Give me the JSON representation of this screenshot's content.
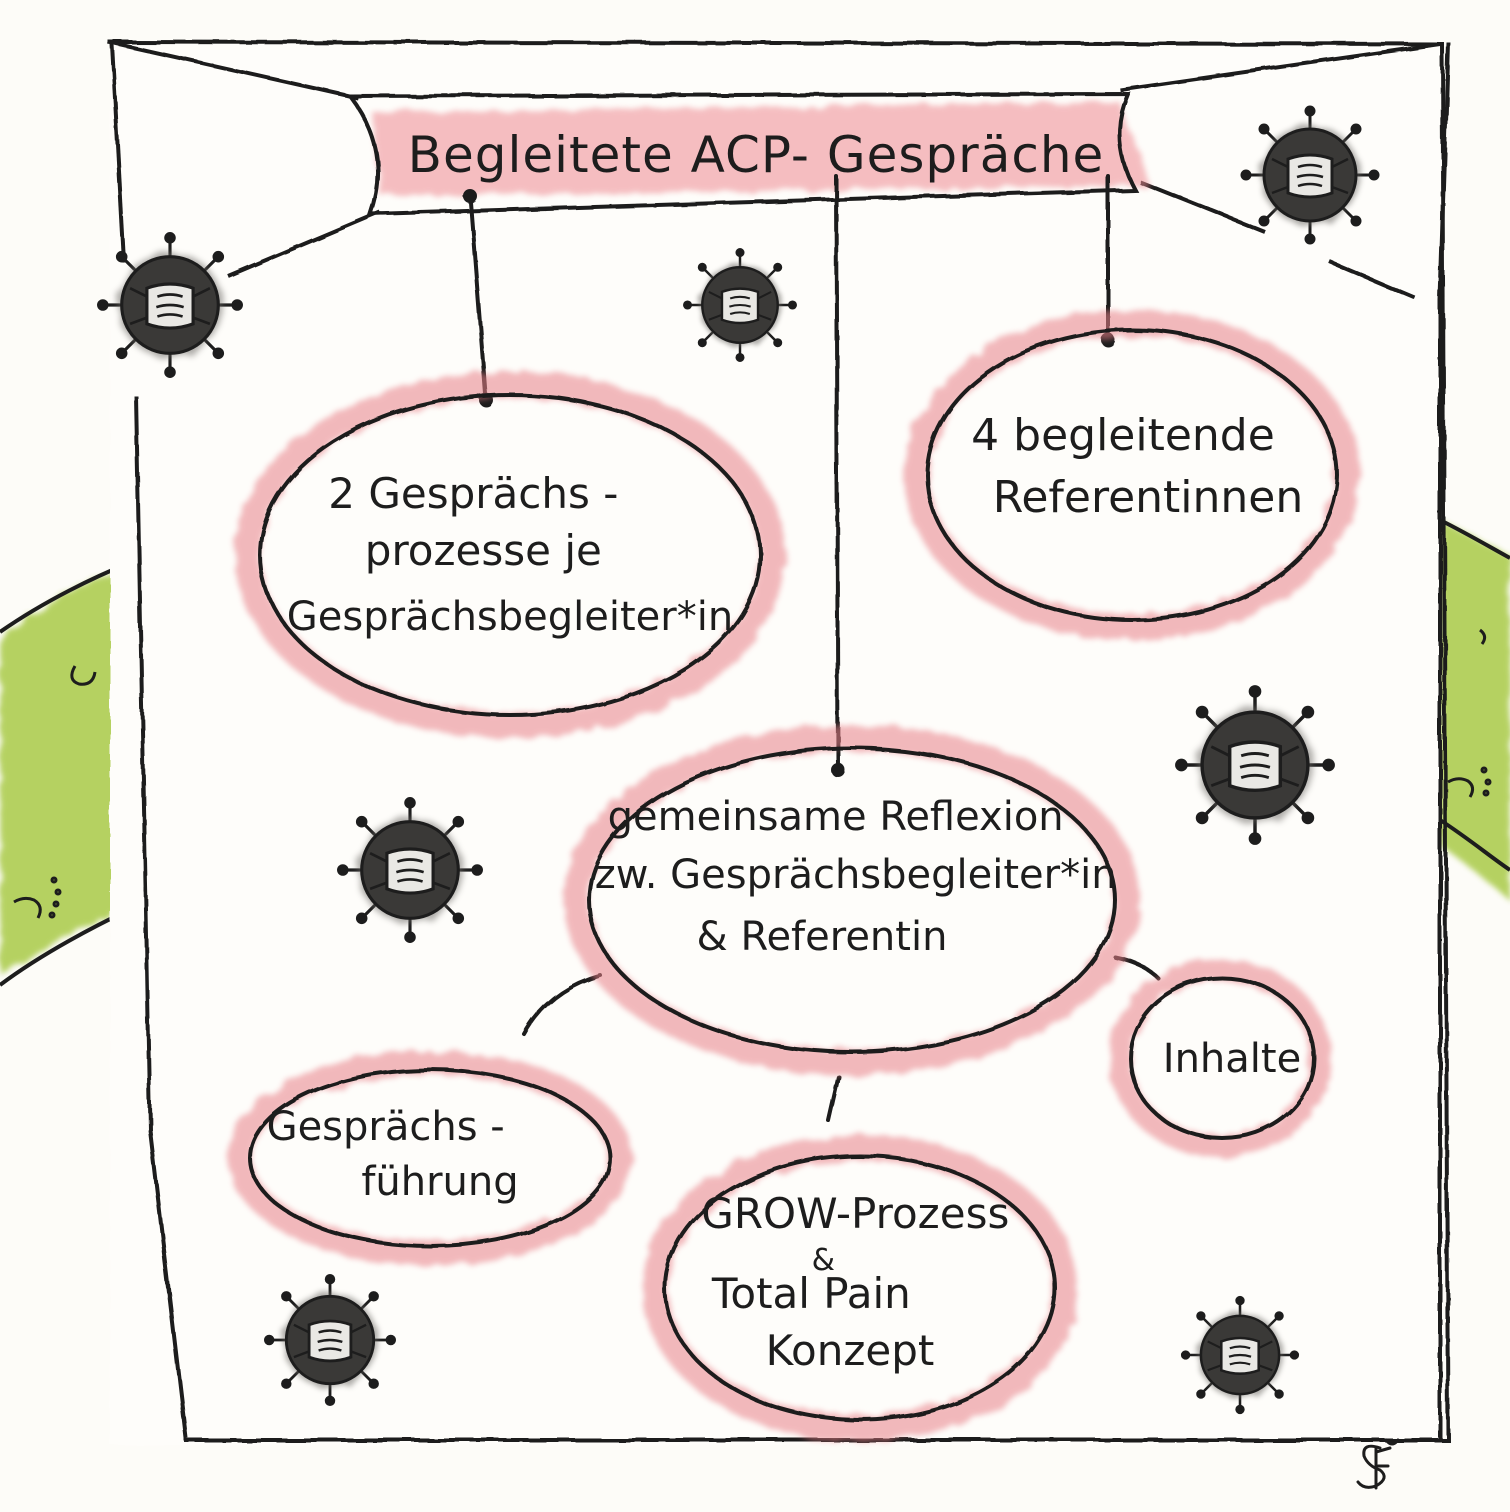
{
  "title": "Begleitete ACP- Gespräche",
  "nodes": {
    "processes": {
      "line1": "2 Gesprächs -",
      "line2": "prozesse je",
      "line3": "Gesprächsbegleiter*in"
    },
    "speakers": {
      "line1": "4 begleitende",
      "line2": "Referentinnen"
    },
    "reflection": {
      "line1": "gemeinsame Reflexion",
      "line2": "zw. Gesprächsbegleiter*in",
      "line3": "& Referentin"
    },
    "conversation": {
      "line1": "Gesprächs -",
      "line2": "führung"
    },
    "contents": {
      "line1": "Inhalte"
    },
    "grow": {
      "line1": "GROW-Prozess",
      "line2": "&",
      "line3": "Total Pain",
      "line4": "Konzept"
    }
  },
  "signature": "SF",
  "colors": {
    "ink": "#1d1d1d",
    "accent_red": "#d9434e",
    "accent_red_soft": "#f2b4b8",
    "green": "#9cc23a",
    "virus_dark": "#3a3937",
    "virus_mid": "#6b6864"
  },
  "icons": [
    "virus-icon",
    "face-mask-icon",
    "signature-mark"
  ]
}
